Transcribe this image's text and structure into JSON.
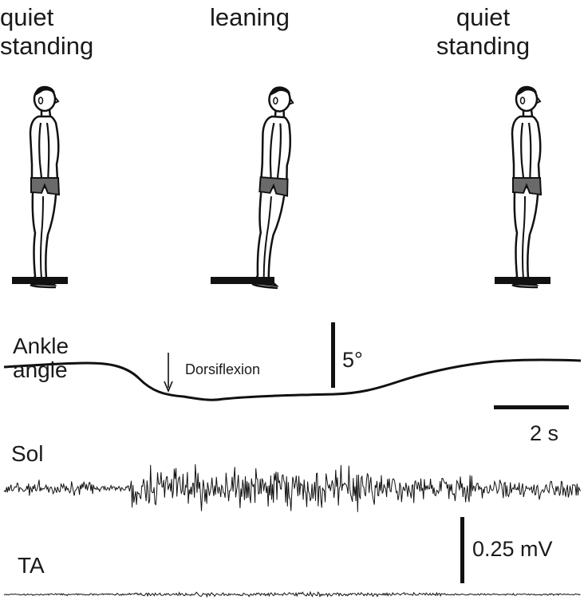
{
  "phases": [
    {
      "line1": "quiet",
      "line2": "standing"
    },
    {
      "line1": "leaning",
      "line2": ""
    },
    {
      "line1": "quiet",
      "line2": "standing"
    }
  ],
  "traces": {
    "ankle": {
      "line1": "Ankle",
      "line2": "angle",
      "annotation": "Dorsiflexion"
    },
    "sol": "Sol",
    "ta": "TA"
  },
  "scale_bars": {
    "angle": "5°",
    "time": "2 s",
    "voltage": "0.25 mV"
  }
}
